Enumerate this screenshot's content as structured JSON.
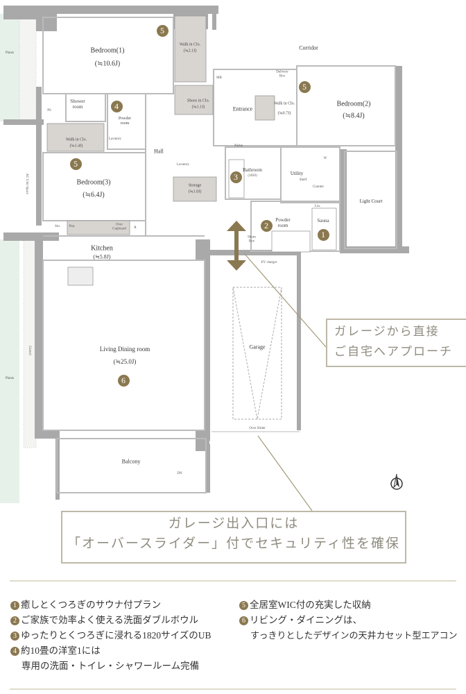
{
  "colors": {
    "wall": "#a9a9a9",
    "fixture": "#d8d4d0",
    "accent": "#8a7850",
    "plants": "#e6f1ea",
    "callout_border": "#bdb8a6"
  },
  "rooms": {
    "bedroom1": {
      "name": "Bedroom(1)",
      "size": "(≒10.6J)"
    },
    "bedroom2": {
      "name": "Bedroom(2)",
      "size": "(≒8.4J)"
    },
    "bedroom3": {
      "name": "Bedroom(3)",
      "size": "(≒6.4J)"
    },
    "kitchen": {
      "name": "Kitchen",
      "size": "(≒5.8J)"
    },
    "ldr": {
      "name": "Living Dining room",
      "size": "(≒25.0J)"
    },
    "wic1": {
      "name": "Walk in Clo.",
      "size": "(≒2.1J)"
    },
    "wic2": {
      "name": "Walk in Clo.",
      "size": "(≒0.7J)"
    },
    "wic3": {
      "name": "Walk in Clo.",
      "size": "(≒1.4J)"
    },
    "shoes": {
      "name": "Shoes in Clo.",
      "size": "(≒1.1J)"
    },
    "storage": {
      "name": "Storage",
      "size": "(≒1.0J)"
    },
    "bathroom": {
      "name": "Bathroom",
      "size": "(1820)"
    },
    "corridor": "Corridor",
    "entrance": "Entrance",
    "hall": "Hall",
    "utility": "Utility",
    "sauna": "Sauna",
    "powder1": "Powder room",
    "powder2": "Powder room",
    "shower": "Shower room",
    "lavatory1": "Lavatory",
    "lavatory2": "Lavatory",
    "light_court": "Light Court",
    "garage": "Garage",
    "balcony": "Balcony",
    "over_slider": "Over Slider",
    "ev_charger": "EV charger",
    "mb": "MB",
    "niche": "Niche",
    "delivery_box": "Delivery Box",
    "counter": "Counter",
    "shelf": "Shelf",
    "lin": "Lin.",
    "sto": "Sto.",
    "pan": "Pan.",
    "over_cupboard": "Over Cupboard",
    "r": "R",
    "w": "W",
    "dn": "DN",
    "ps": "PS",
    "shoes_box": "Shoes Box",
    "plants": "Plants",
    "gravel": "Gravel",
    "ac_unit": "AC Unit Space"
  },
  "badges": [
    "5",
    "4",
    "5",
    "5",
    "3",
    "2",
    "1",
    "6"
  ],
  "callouts": {
    "garage_access": [
      "ガレージから直接",
      "ご自宅へアプローチ"
    ],
    "over_slider": [
      "ガレージ出入口には",
      "「オーバースライダー」付でセキュリティ性を確保"
    ]
  },
  "features": {
    "left": [
      {
        "num": "1",
        "text": "癒しとくつろぎのサウナ付プラン"
      },
      {
        "num": "2",
        "text": "ご家族で効率よく使える洗面ダブルボウル"
      },
      {
        "num": "3",
        "text": "ゆったりとくつろぎに浸れる1820サイズのUB"
      },
      {
        "num": "4",
        "text": "約10畳の洋室1には",
        "text2": "専用の洗面・トイレ・シャワールーム完備"
      }
    ],
    "right": [
      {
        "num": "5",
        "text": "全居室WIC付の充実した収納"
      },
      {
        "num": "6",
        "text": "リビング・ダイニングは、",
        "text2": "すっきりとしたデザインの天井カセット型エアコン"
      }
    ]
  }
}
